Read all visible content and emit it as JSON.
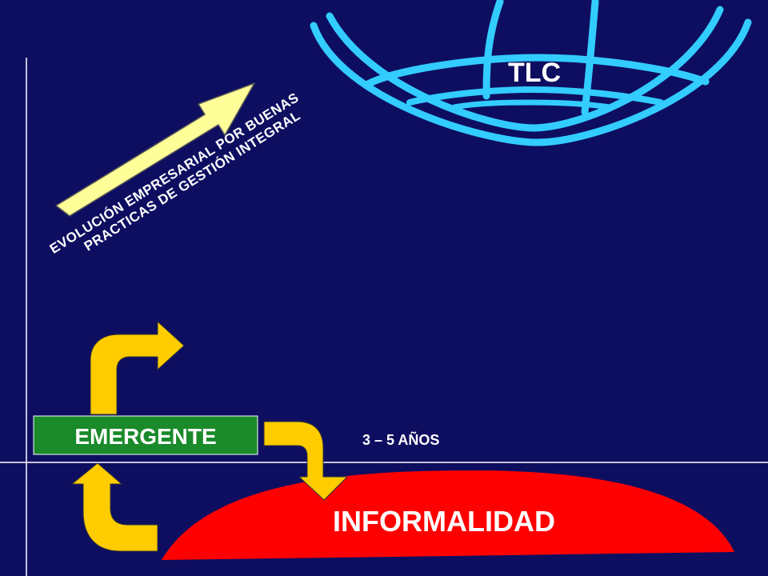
{
  "labels": {
    "tlc": "TLC",
    "evolution_line1": "EVOLUCIÓN EMPRESARIAL POR BUENAS",
    "evolution_line2": "PRACTICAS DE GESTIÓN INTEGRAL",
    "emergente": "EMERGENTE",
    "duration": "3 – 5 AÑOS",
    "informalidad": "INFORMALIDAD"
  },
  "colors": {
    "background": "#0e0e61",
    "axis": "#ffffff",
    "globe": "#33ccff",
    "evolution_arrow": "#ffff99",
    "curved_arrows": "#ffcc00",
    "emergente_box": "#1a8a2a",
    "informalidad_shape": "#ff0000",
    "label_text": "#ffffff"
  }
}
